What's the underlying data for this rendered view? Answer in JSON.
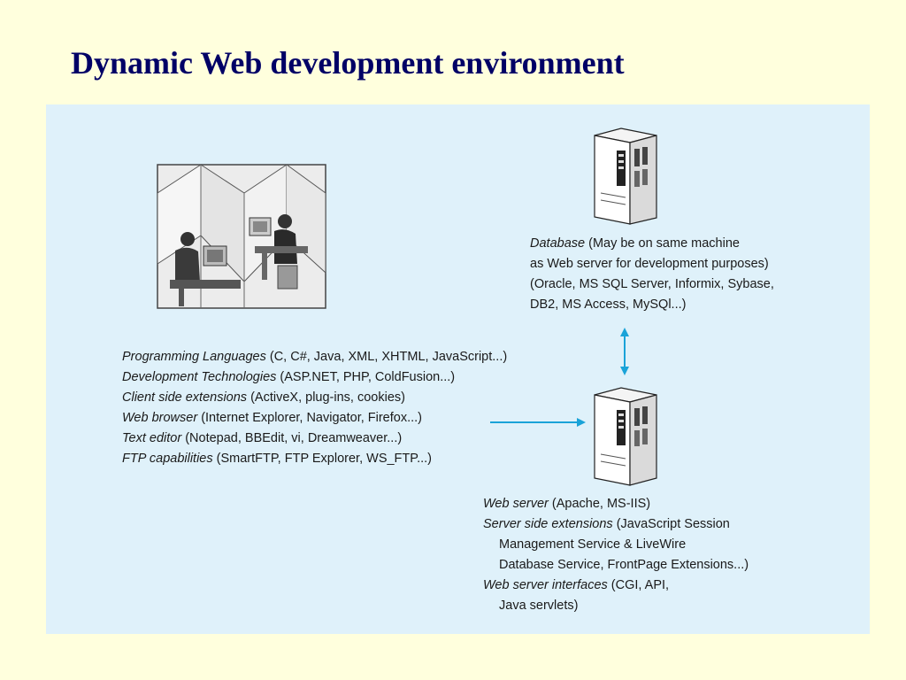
{
  "slide": {
    "title": "Dynamic Web development environment"
  },
  "database": {
    "label": "Database",
    "lines": [
      "(May be on same machine",
      "as Web server for development purposes)",
      "(Oracle, MS SQL Server, Informix, Sybase,",
      "DB2, MS Access, MySQl...)"
    ]
  },
  "client": {
    "items": [
      {
        "label": "Programming Languages",
        "detail": "(C, C#, Java, XML, XHTML, JavaScript...)"
      },
      {
        "label": "Development Technologies",
        "detail": "(ASP.NET, PHP, ColdFusion...)"
      },
      {
        "label": "Client side extensions",
        "detail": "(ActiveX, plug-ins, cookies)"
      },
      {
        "label": "Web browser",
        "detail": "(Internet Explorer, Navigator, Firefox...)"
      },
      {
        "label": "Text editor",
        "detail": "(Notepad, BBEdit, vi, Dreamweaver...)"
      },
      {
        "label": "FTP capabilities",
        "detail": "(SmartFTP, FTP Explorer, WS_FTP...)"
      }
    ]
  },
  "webserver": {
    "server_label": "Web server",
    "server_detail": "(Apache, MS-IIS)",
    "ext_label": "Server side extensions",
    "ext_detail": "(JavaScript Session",
    "ext_line2": "Management Service & LiveWire",
    "ext_line3": "Database Service, FrontPage Extensions...)",
    "iface_label": "Web server interfaces",
    "iface_detail": "(CGI, API,",
    "iface_line2": "Java servlets)"
  },
  "colors": {
    "background": "#FFFFDD",
    "panel": "#DFF1FA",
    "title": "#000066",
    "arrow": "#1AA3D8"
  }
}
